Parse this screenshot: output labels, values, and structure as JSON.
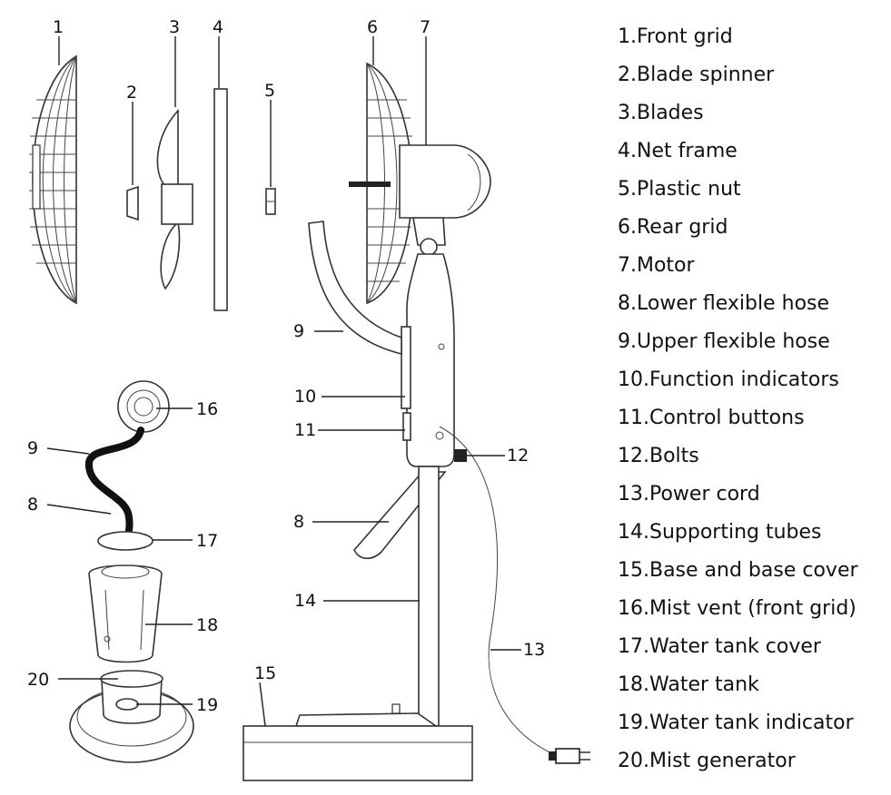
{
  "legend": [
    "1.Front grid",
    "2.Blade spinner",
    "3.Blades",
    "4.Net frame",
    "5.Plastic nut",
    "6.Rear grid",
    "7.Motor",
    "8.Lower flexible hose",
    "9.Upper flexible hose",
    "10.Function indicators",
    "11.Control buttons",
    "12.Bolts",
    "13.Power cord",
    "14.Supporting tubes",
    "15.Base and base cover",
    "16.Mist vent (front grid)",
    "17.Water tank cover",
    "18.Water tank",
    "19.Water tank indicator",
    "20.Mist generator"
  ],
  "callouts": {
    "n1": "1",
    "n2": "2",
    "n3": "3",
    "n4": "4",
    "n5": "5",
    "n6": "6",
    "n7": "7",
    "n9a": "9",
    "n10": "10",
    "n11": "11",
    "n12": "12",
    "n8a": "8",
    "n14": "14",
    "n13": "13",
    "n15": "15",
    "n16": "16",
    "n9b": "9",
    "n8b": "8",
    "n17": "17",
    "n18": "18",
    "n20": "20",
    "n19": "19"
  },
  "icons": [
    "front-grid-icon",
    "blade-spinner-icon",
    "blades-icon",
    "net-frame-icon",
    "plastic-nut-icon",
    "fan-assembly-icon",
    "mist-assembly-icon",
    "plug-icon"
  ]
}
